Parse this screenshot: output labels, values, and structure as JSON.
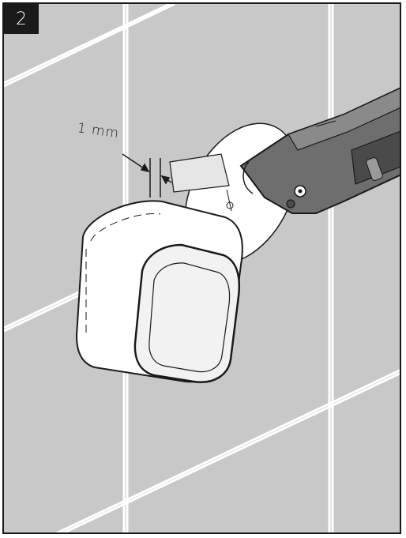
{
  "figure": {
    "step_number": "2",
    "dimension_label": "1 mm"
  },
  "colors": {
    "wall": "#c8c8c8",
    "grout": "#ffffff",
    "outline": "#1a1a1a",
    "tool_body": "#6e6e6e",
    "tool_grip": "#4a4a4a",
    "box": "#ffffff"
  },
  "icons": [
    "oscillating-multi-tool",
    "electrical-junction-box",
    "saw-blade",
    "dimension-arrow"
  ]
}
